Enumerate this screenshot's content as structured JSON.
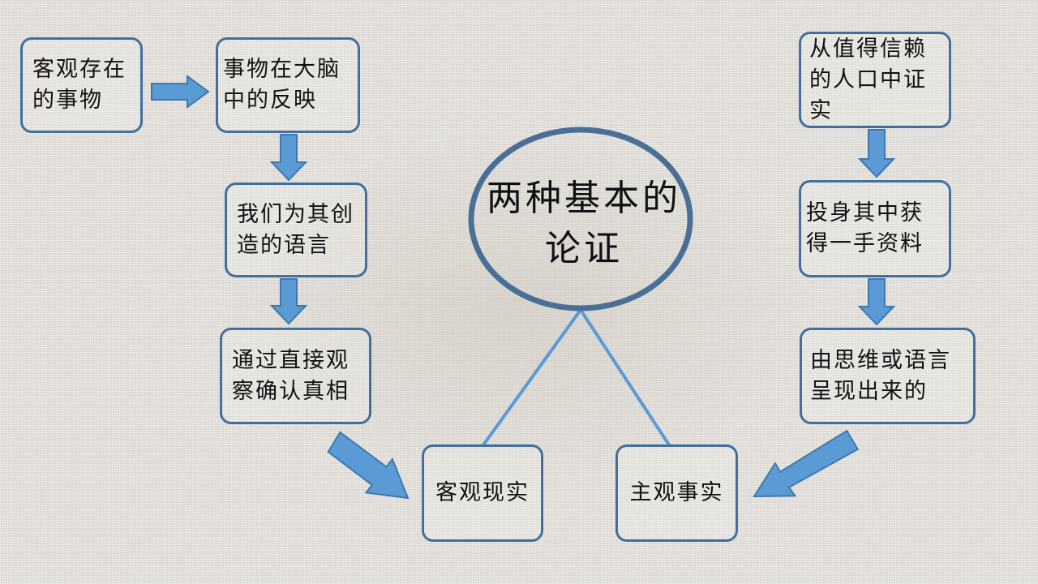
{
  "center": {
    "text": "两种基本的论证"
  },
  "nodes": {
    "objective_things": "客观存在的事物",
    "brain_reflection": "事物在大脑中的反映",
    "our_language": "我们为其创造的语言",
    "direct_observation": "通过直接观察确认真相",
    "objective_reality": "客观现实",
    "subjective_fact": "主观事实",
    "trusted_source": "从值得信赖的人口中证实",
    "firsthand": "投身其中获得一手资料",
    "presented": "由思维或语言呈现出来的"
  },
  "colors": {
    "box_border": "#41709c",
    "arrow_fill": "#5b9bd5",
    "arrow_stroke": "#3f78ad",
    "ellipse_border": "#4a6f96",
    "connector_line": "#5b9bd5"
  }
}
